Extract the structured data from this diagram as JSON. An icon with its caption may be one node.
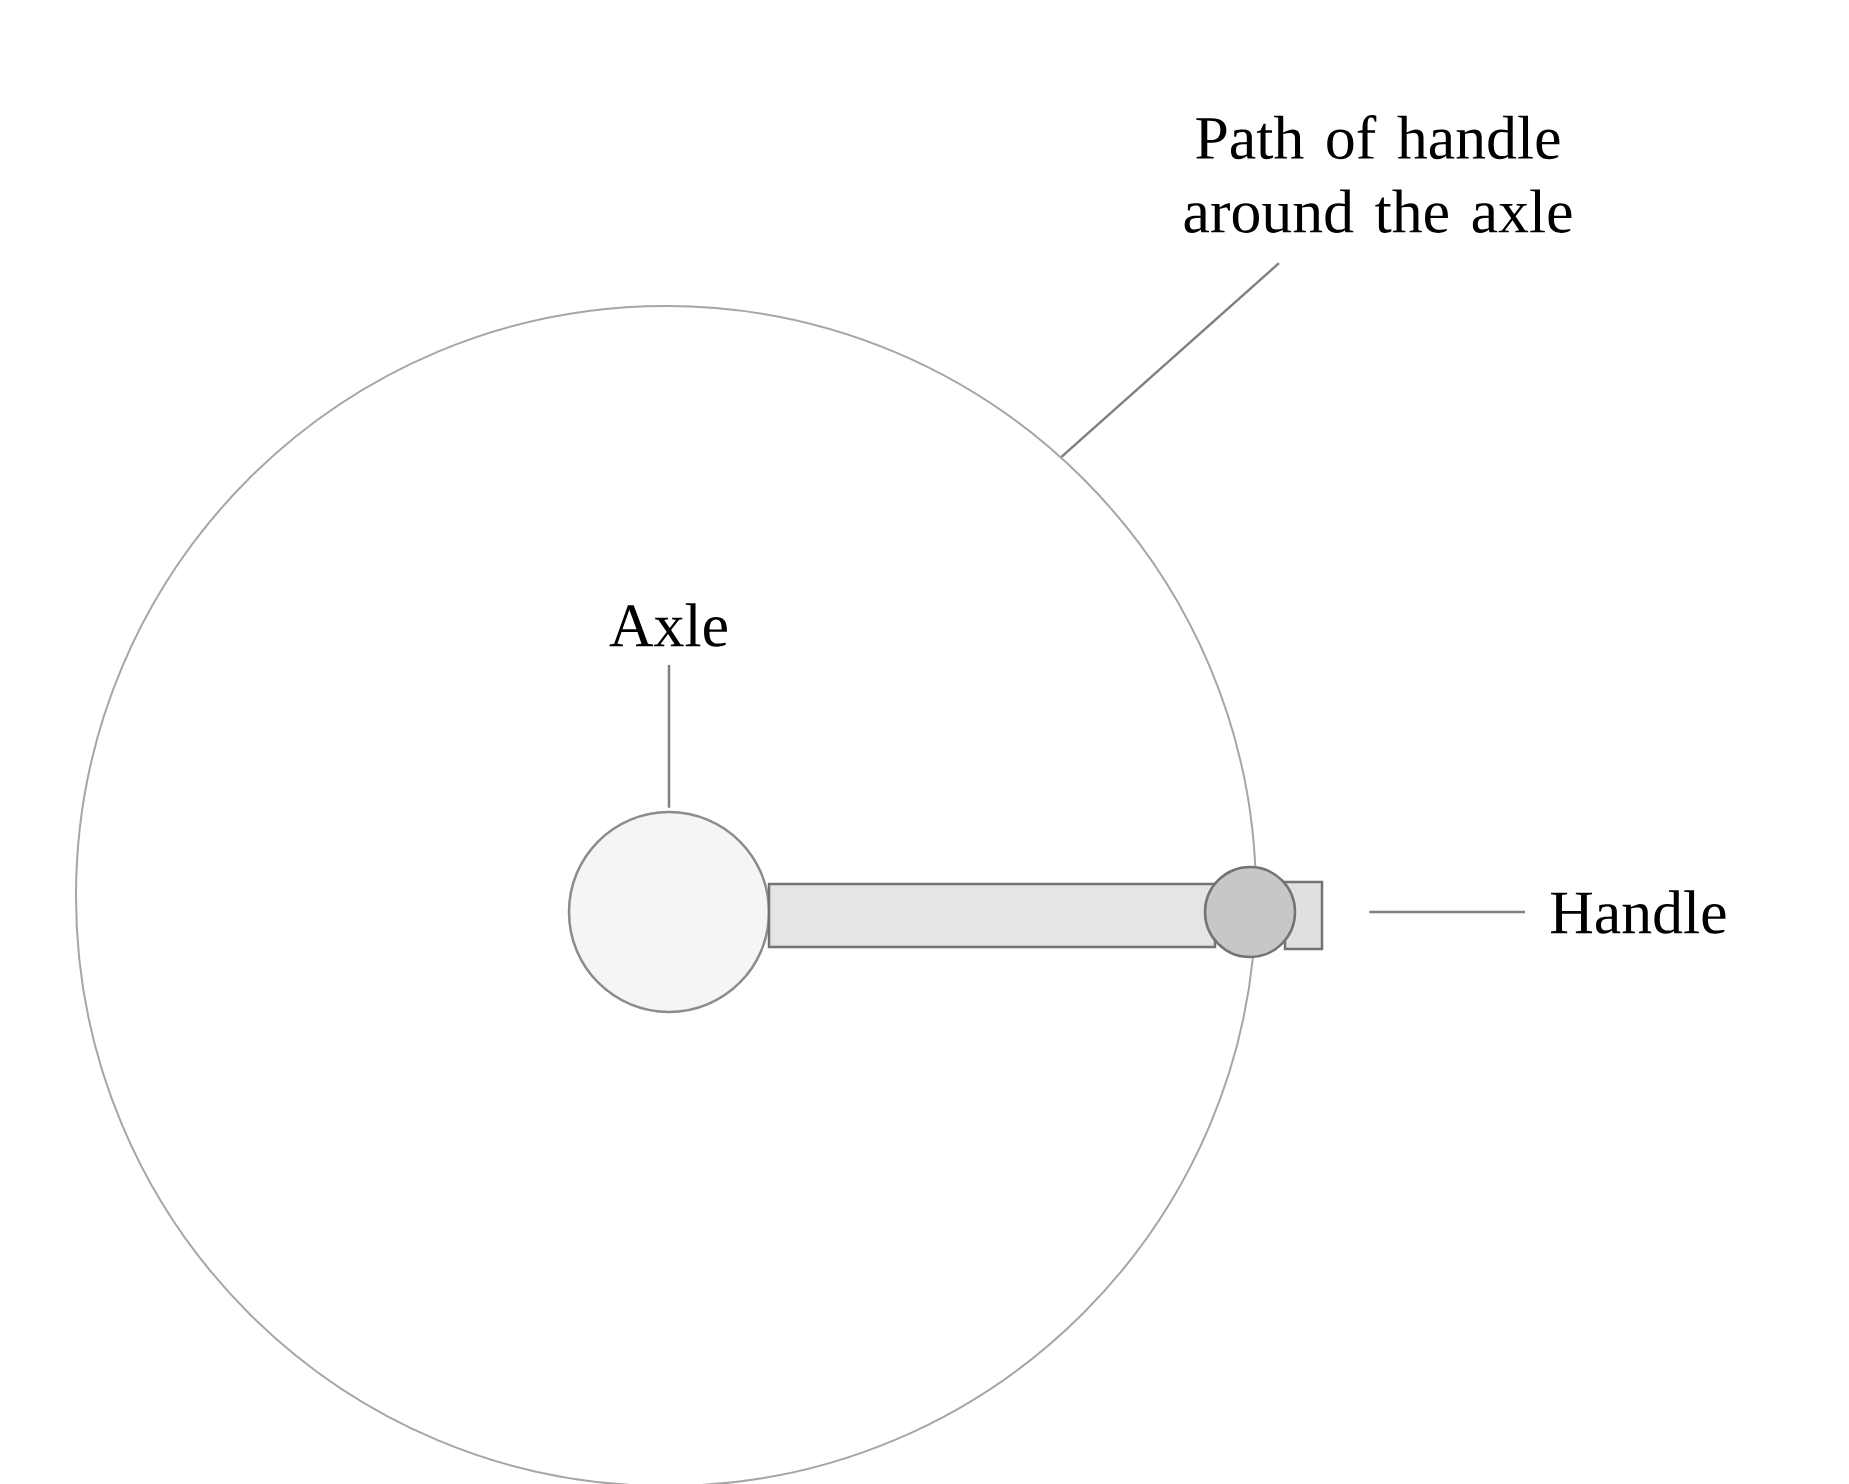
{
  "diagram": {
    "nodes": [
      {
        "text": [
          "Path of handle around the axle"
        ]
      },
      {
        "text": [],
        "shape": "circle"
      },
      {
        "text": [
          "Axle"
        ],
        "in": 1
      },
      {
        "text": [],
        "shape": "circle",
        "in": 1
      },
      {
        "text": [
          "Handle"
        ]
      },
      {
        "text": [],
        "shape": "circle"
      }
    ],
    "edges": [
      {
        "from": 0,
        "to": 1,
        "arrow": "none"
      },
      {
        "from": 2,
        "to": 3,
        "arrow": "none"
      },
      {
        "from": 4,
        "to": 5,
        "arrow": "none"
      }
    ]
  }
}
